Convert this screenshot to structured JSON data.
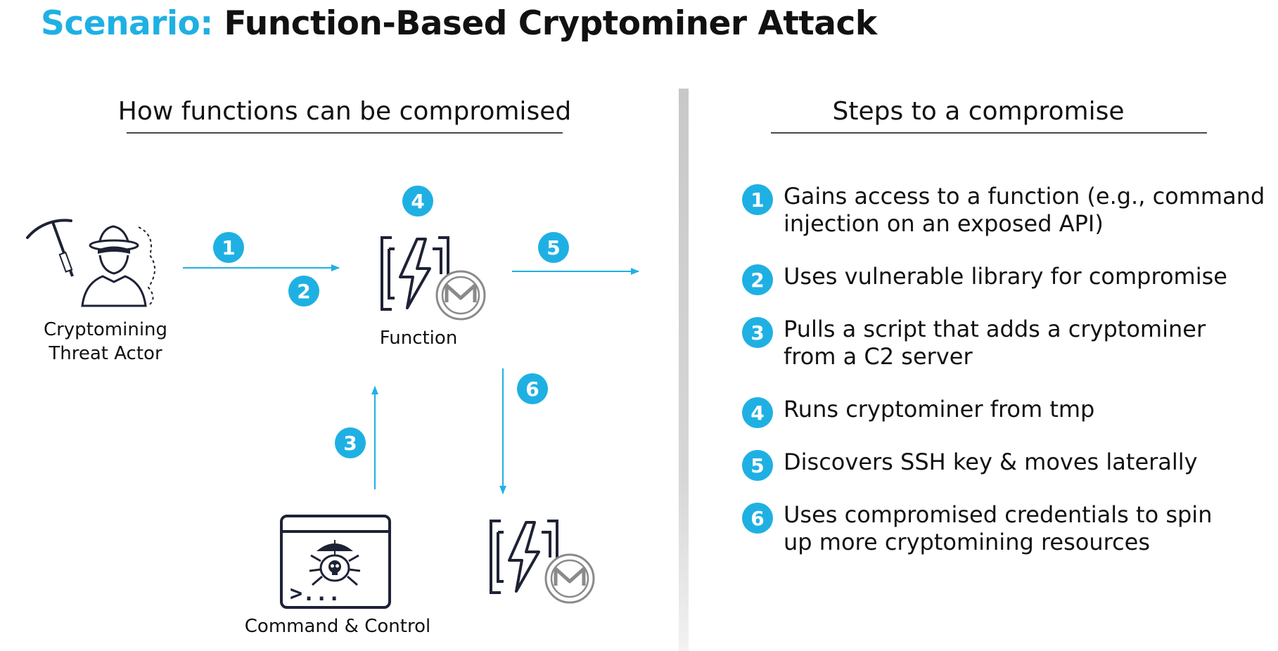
{
  "title": {
    "prefix": "Scenario:",
    "main": "Function-Based Cryptominer Attack"
  },
  "left": {
    "heading": "How functions can be compromised",
    "actor_label_line1": "Cryptomining",
    "actor_label_line2": "Threat Actor",
    "function_label": "Function",
    "c2_label": "Command & Control",
    "c2_prompt": ">...",
    "badges": [
      "1",
      "2",
      "3",
      "4",
      "5",
      "6"
    ]
  },
  "right": {
    "heading": "Steps to a compromise",
    "steps": [
      {
        "num": "1",
        "text": "Gains access to a function (e.g., command injection on an exposed API)"
      },
      {
        "num": "2",
        "text": "Uses vulnerable library for compromise"
      },
      {
        "num": "3",
        "text": "Pulls a script that adds a cryptominer from a C2 server"
      },
      {
        "num": "4",
        "text": "Runs cryptominer from tmp"
      },
      {
        "num": "5",
        "text": "Discovers SSH key & moves laterally"
      },
      {
        "num": "6",
        "text": "Uses compromised credentials to spin up more cryptomining resources"
      }
    ]
  },
  "colors": {
    "accent": "#1fb0e3",
    "icon_navy": "#1e2235",
    "coin_gray": "#8a8a8a",
    "divider": "#d0d0d0"
  },
  "icons": [
    "pickaxe-icon",
    "hooded-hacker-icon",
    "lambda-function-icon",
    "monero-coin-icon",
    "terminal-bug-icon",
    "skull-icon"
  ]
}
